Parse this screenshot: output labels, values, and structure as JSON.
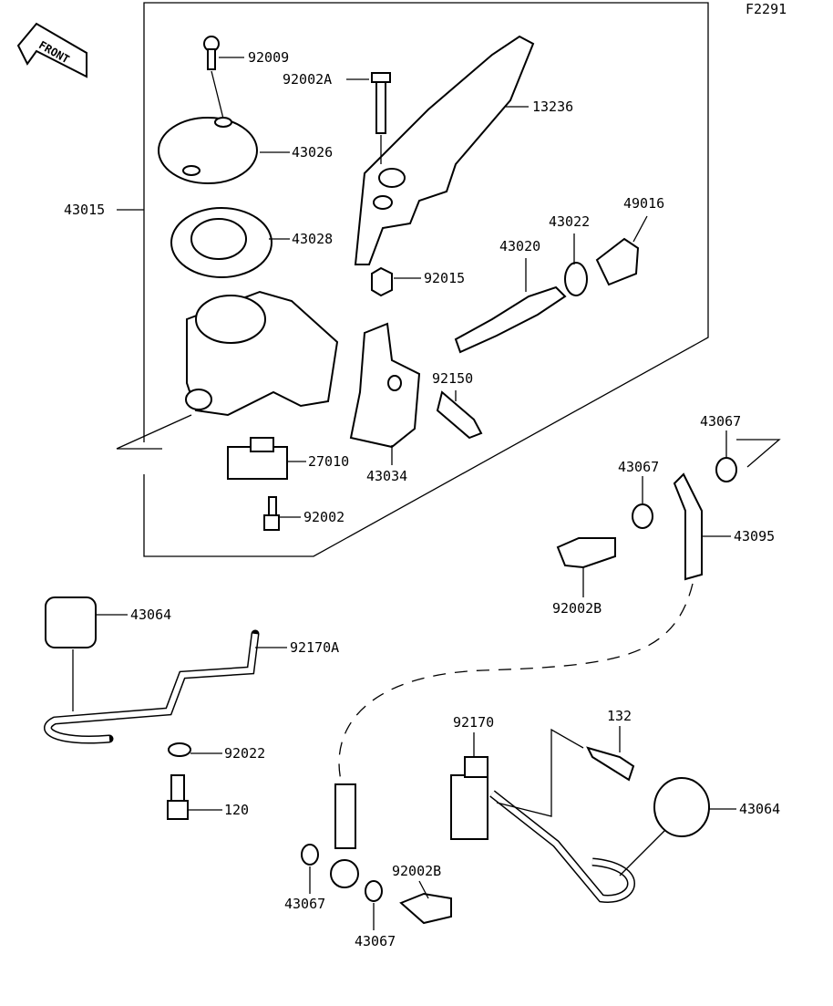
{
  "diagram_code": "F2291",
  "front_badge": "FRONT",
  "labels": [
    "92009",
    "92002A",
    "13236",
    "43026",
    "43015",
    "43028",
    "49016",
    "43022",
    "43020",
    "92015",
    "92150",
    "43034",
    "27010",
    "92002",
    "43067",
    "43067",
    "43095",
    "92002B",
    "43064",
    "92170A",
    "92022",
    "120",
    "92170",
    "132",
    "43064",
    "92002B",
    "43067",
    "43067"
  ]
}
